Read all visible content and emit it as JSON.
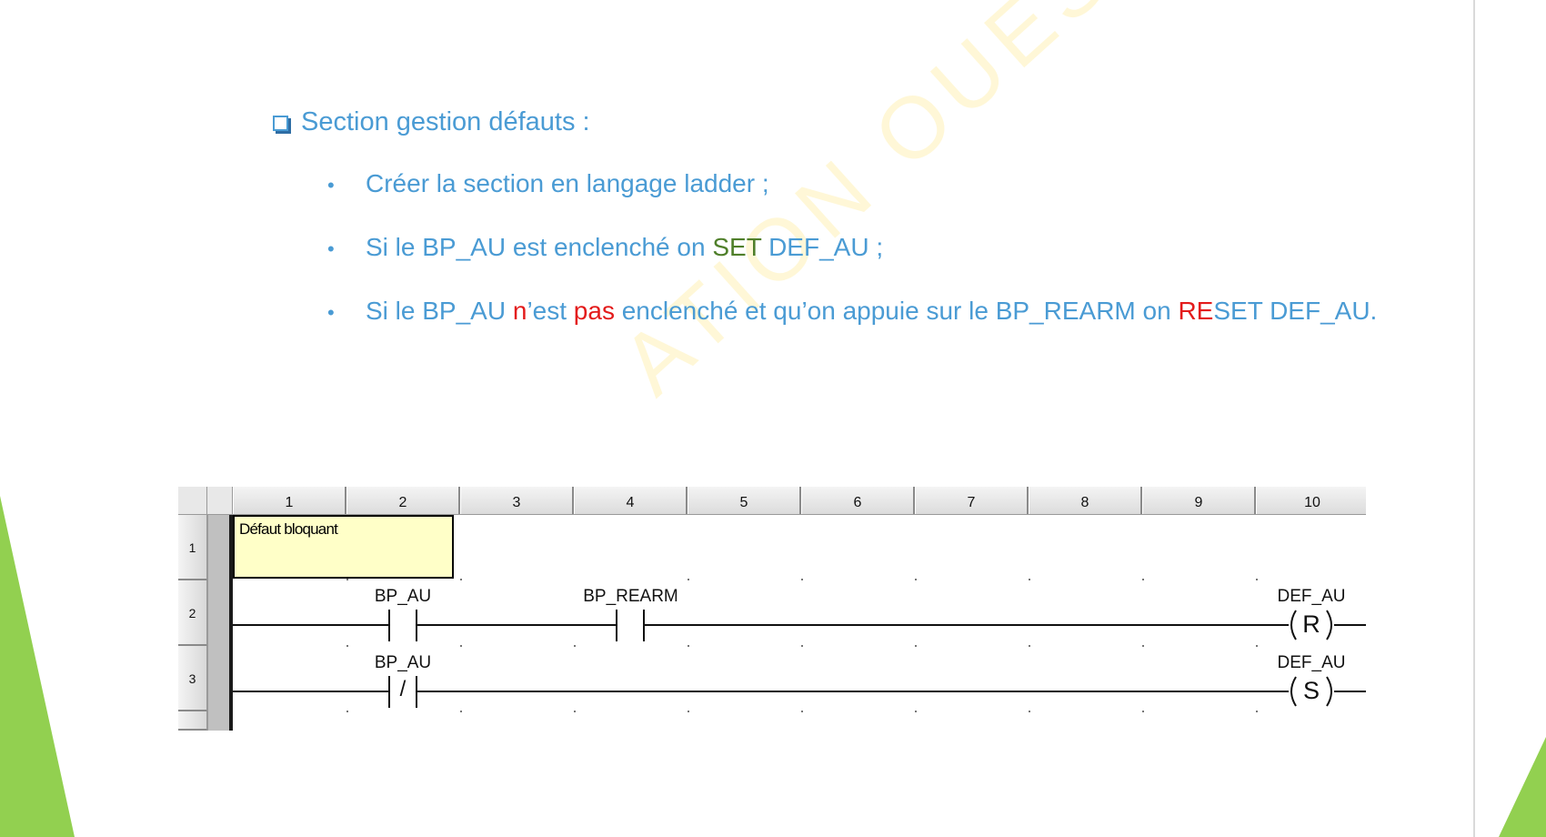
{
  "heading": "Section gestion défauts :",
  "bullets": {
    "b1": "Créer la section en langage ladder ;",
    "b2_pre": "Si le BP_AU est enclenché on ",
    "b2_set": "SET",
    "b2_post": " DEF_AU ;",
    "b3_pre": "Si le BP_AU ",
    "b3_n": "n",
    "b3_mid1": "’est ",
    "b3_pas": "pas",
    "b3_mid2": " enclenché et qu’on appuie sur le BP_REARM on ",
    "b3_re": "RE",
    "b3_post": "SET DEF_AU."
  },
  "watermark": "ATION   OUEST",
  "ladder": {
    "columns": [
      "1",
      "2",
      "3",
      "4",
      "5",
      "6",
      "7",
      "8",
      "9",
      "10"
    ],
    "rows": [
      "1",
      "2",
      "3"
    ],
    "comment": "Défaut bloquant",
    "rung2": {
      "contact1": "BP_AU",
      "contact2": "BP_REARM",
      "coil_label": "DEF_AU",
      "coil_letter": "R"
    },
    "rung3": {
      "contact1": "BP_AU",
      "contact1_symbol": "/",
      "coil_label": "DEF_AU",
      "coil_letter": "S"
    }
  },
  "colors": {
    "text_blue": "#4a9bd4",
    "set_green": "#4f7f2a",
    "accent_red": "#e31b1b",
    "comment_yellow": "#ffffc8",
    "deco_green": "#92d050"
  }
}
